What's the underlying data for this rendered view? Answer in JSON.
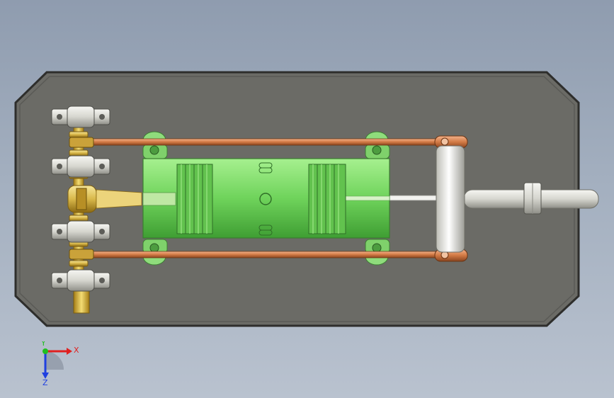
{
  "viewport": {
    "background_top": "#8f9caf",
    "background_bottom": "#b9c2cf"
  },
  "model": {
    "base_plate_color": "#6b6b66",
    "base_plate_edge": "#2e2e2c",
    "cylinder_color": "#7fdc6a",
    "rod_color": "#d27a45",
    "bracket_color": "#e8e8e4",
    "shaft_color": "#d9b84a",
    "piston_rod_color": "#eeeeee",
    "output_shaft_color": "#dcdcd6"
  },
  "triad": {
    "x_label": "X",
    "y_label": "Y",
    "z_label": "Z",
    "x_color": "#e02020",
    "y_color": "#1fbf1f",
    "z_color": "#2040e0"
  }
}
